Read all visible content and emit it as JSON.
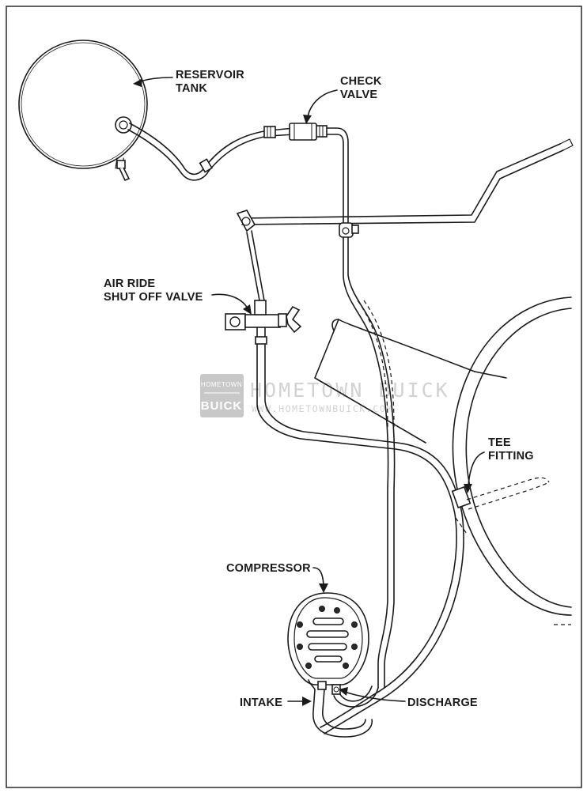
{
  "labels": {
    "reservoir_line1": "RESERVOIR",
    "reservoir_line2": "TANK",
    "check_line1": "CHECK",
    "check_line2": "VALVE",
    "air_ride_line1": "AIR RIDE",
    "air_ride_line2": "SHUT OFF VALVE",
    "tee_line1": "TEE",
    "tee_line2": "FITTING",
    "compressor": "COMPRESSOR",
    "intake": "INTAKE",
    "discharge": "DISCHARGE"
  },
  "watermark": {
    "badge_top": "HOMETOWN",
    "badge_bottom": "BUICK",
    "title": "HOMETOWN BUICK",
    "url": "WWW.HOMETOWNBUICK.COM"
  },
  "colors": {
    "line": "#1a1a1a",
    "watermark": "#d2d2d2",
    "badge": "#c8c8c8"
  }
}
